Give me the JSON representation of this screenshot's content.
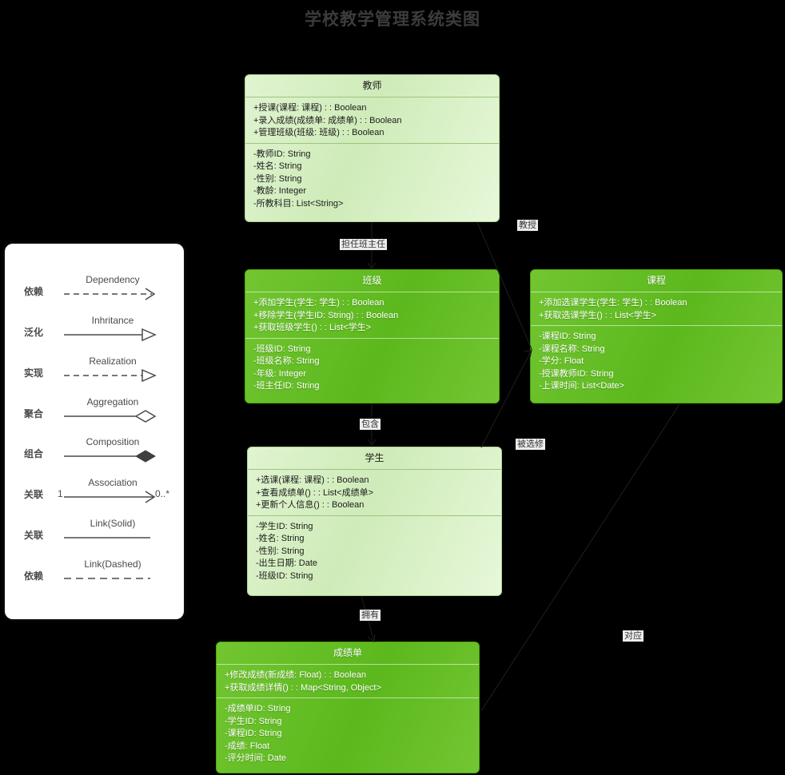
{
  "title": "学校教学管理系统类图",
  "colors": {
    "background": "#000000",
    "light_box": "#d7efc4",
    "green_box": "#63bc23",
    "legend_bg": "#ffffff",
    "text_dark": "#3c3c3c",
    "text_light": "#ffffff"
  },
  "classes": [
    {
      "name": "教师",
      "methods": [
        "+授课(课程: 课程) : : Boolean",
        "+录入成绩(成绩单: 成绩单) : : Boolean",
        "+管理班级(班级: 班级) : : Boolean"
      ],
      "attributes": [
        "-教师ID: String",
        "-姓名: String",
        "-性别: String",
        "-教龄: Integer",
        "-所教科目: List<String>"
      ]
    },
    {
      "name": "班级",
      "methods": [
        "+添加学生(学生: 学生) : : Boolean",
        "+移除学生(学生ID: String) : : Boolean",
        "+获取班级学生() : : List<学生>"
      ],
      "attributes": [
        "-班级ID: String",
        "-班级名称: String",
        "-年级: Integer",
        "-班主任ID: String"
      ]
    },
    {
      "name": "课程",
      "methods": [
        "+添加选课学生(学生: 学生) : : Boolean",
        "+获取选课学生() : : List<学生>"
      ],
      "attributes": [
        "-课程ID: String",
        "-课程名称: String",
        "-学分: Float",
        "-授课教师ID: String",
        "-上课时间: List<Date>"
      ]
    },
    {
      "name": "学生",
      "methods": [
        "+选课(课程: 课程) : : Boolean",
        "+查看成绩单() : : List<成绩单>",
        "+更新个人信息() : : Boolean"
      ],
      "attributes": [
        "-学生ID: String",
        "-姓名: String",
        "-性别: String",
        "-出生日期: Date",
        "-班级ID: String"
      ]
    },
    {
      "name": "成绩单",
      "methods": [
        "+修改成绩(新成绩: Float) : : Boolean",
        "+获取成绩详情() : : Map<String, Object>"
      ],
      "attributes": [
        "-成绩单ID: String",
        "-学生ID: String",
        "-课程ID: String",
        "-成绩: Float",
        "-评分时间: Date"
      ]
    }
  ],
  "edge_labels": [
    {
      "text": "教授"
    },
    {
      "text": "担任班主任"
    },
    {
      "text": "包含"
    },
    {
      "text": "被选修"
    },
    {
      "text": "拥有"
    },
    {
      "text": "对应"
    }
  ],
  "legend": {
    "rows": [
      {
        "cn": "依赖",
        "en": "Dependency"
      },
      {
        "cn": "泛化",
        "en": "Inhritance"
      },
      {
        "cn": "实现",
        "en": "Realization"
      },
      {
        "cn": "聚合",
        "en": "Aggregation"
      },
      {
        "cn": "组合",
        "en": "Composition"
      },
      {
        "cn": "关联",
        "en": "Association",
        "mult_left": "1",
        "mult_right": "0..*"
      },
      {
        "cn": "关联",
        "en": "Link(Solid)"
      },
      {
        "cn": "依赖",
        "en": "Link(Dashed)"
      }
    ]
  }
}
